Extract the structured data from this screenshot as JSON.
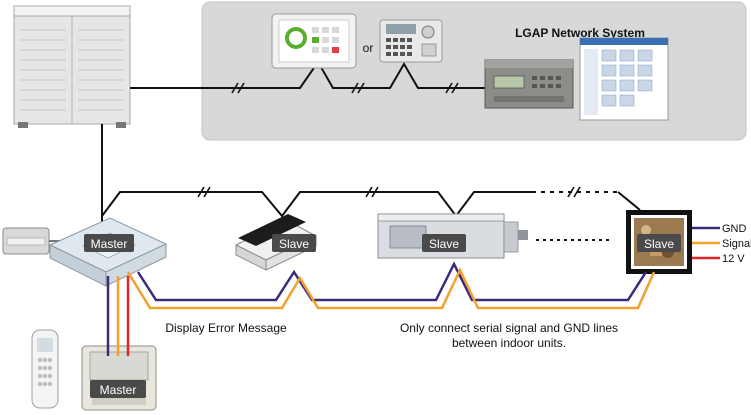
{
  "network_system_label": "LGAP Network System",
  "or_label": "or",
  "indoor_units": [
    {
      "role": "Master"
    },
    {
      "role": "Slave"
    },
    {
      "role": "Slave"
    },
    {
      "role": "Slave"
    }
  ],
  "remote_controller_label": "Master",
  "display_error_message": "Display Error Message",
  "serial_note_lines": [
    "Only connect serial signal and GND lines",
    "between indoor units."
  ],
  "wire_legend": [
    {
      "label": "GND",
      "color": "#3d2a7a"
    },
    {
      "label": "Signal",
      "color": "#f3a02c"
    },
    {
      "label": "12 V",
      "color": "#e0262a"
    }
  ],
  "colors": {
    "network_panel_bg": "#d8d8d8",
    "communication_line": "#111111",
    "unit_label_bg": "#4a4a4a"
  }
}
